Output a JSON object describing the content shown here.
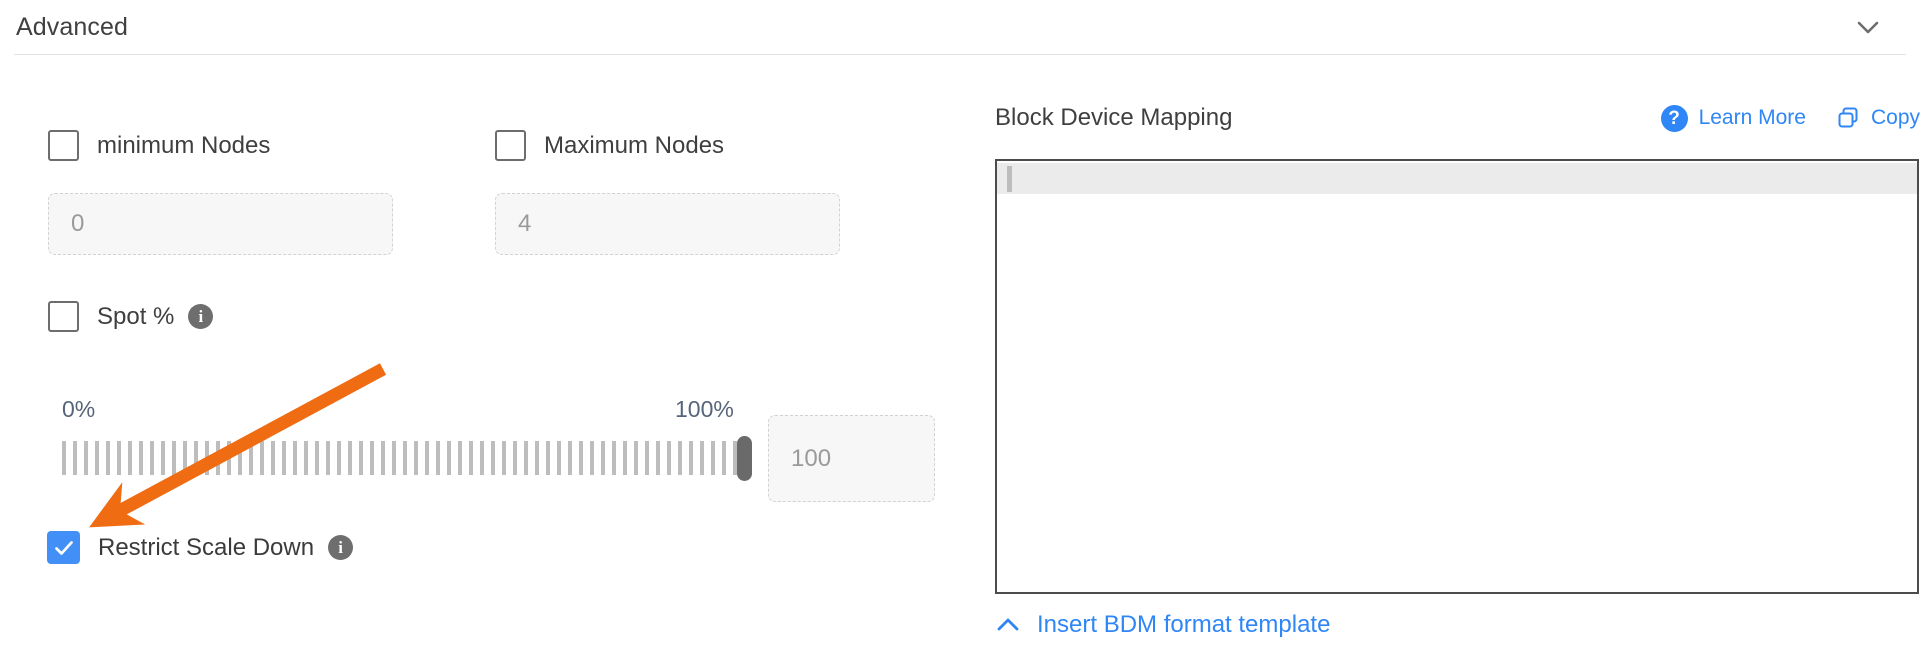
{
  "section": {
    "title": "Advanced",
    "collapse_icon": "chevron-down-icon"
  },
  "left_panel": {
    "min_nodes": {
      "label": "minimum Nodes",
      "checked": false,
      "input_value": "0"
    },
    "max_nodes": {
      "label": "Maximum Nodes",
      "checked": false,
      "input_value": "4"
    },
    "spot": {
      "label": "Spot %",
      "checked": false,
      "info_icon": "info-icon",
      "slider": {
        "min_label": "0%",
        "max_label": "100%",
        "value": 100,
        "min": 0,
        "max": 100,
        "value_input": "100"
      }
    },
    "restrict_scale_down": {
      "label": "Restrict Scale Down",
      "checked": true,
      "info_icon": "info-icon"
    }
  },
  "right_panel": {
    "title": "Block Device Mapping",
    "learn_more": {
      "label": "Learn More",
      "icon": "question-circle-icon"
    },
    "copy": {
      "label": "Copy",
      "icon": "copy-icon"
    },
    "editor": {
      "value": "",
      "active_line": 1
    },
    "insert_template": {
      "label": "Insert BDM format template",
      "icon": "chevron-up-icon"
    }
  },
  "annotation": {
    "arrow_color": "#ef6c13",
    "points_to": "restrict-scale-down-checkbox"
  },
  "colors": {
    "link_blue": "#2f86f6",
    "checkbox_blue": "#4290f7",
    "text_dark": "#3f3f3f",
    "slider_label": "#57657a",
    "annotation_orange": "#ef6c13"
  }
}
